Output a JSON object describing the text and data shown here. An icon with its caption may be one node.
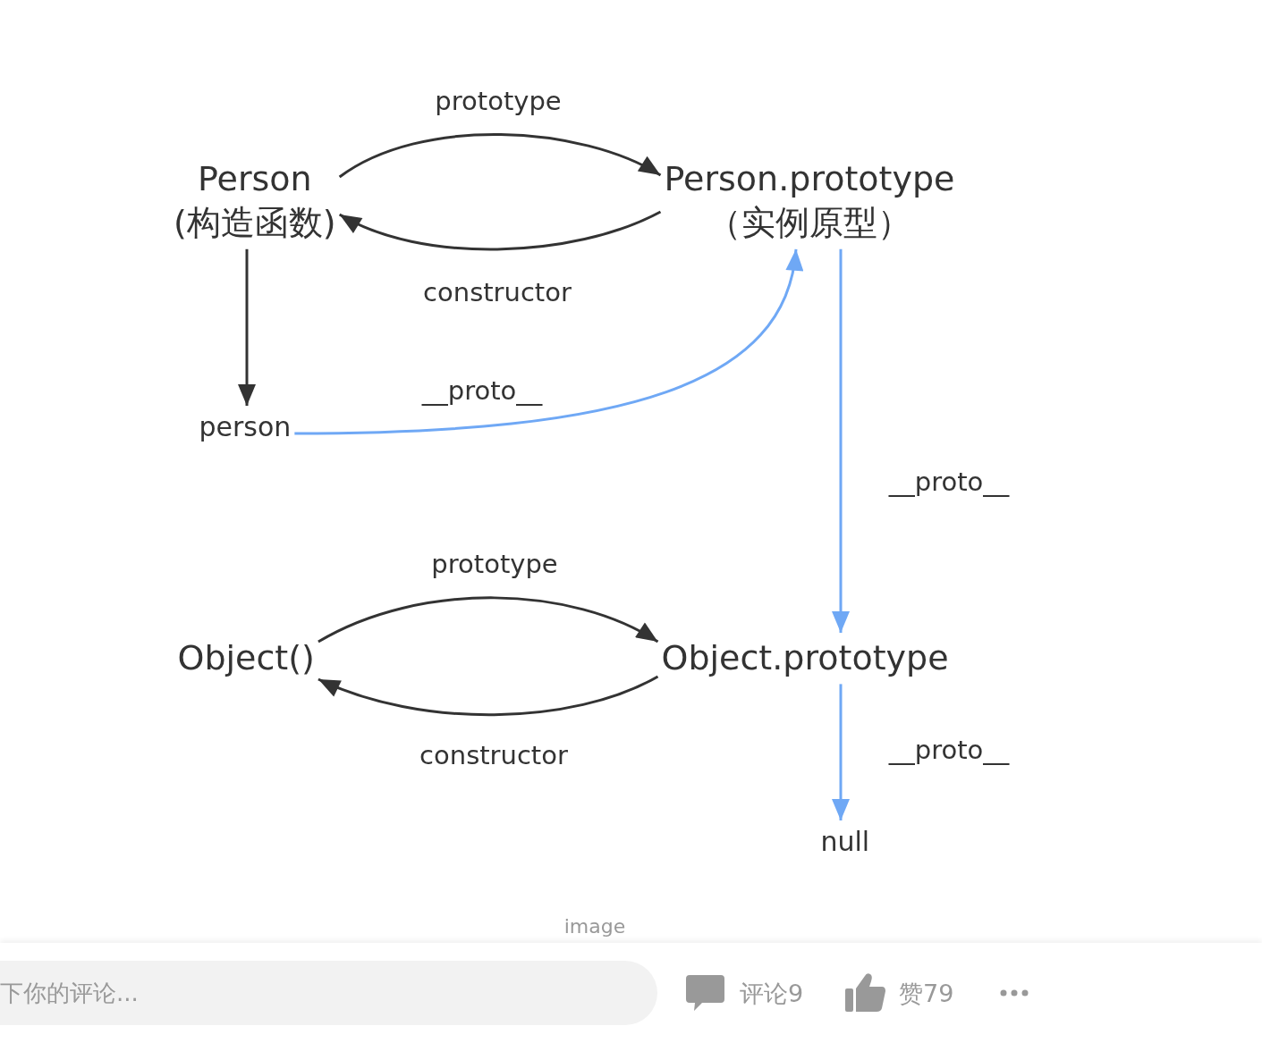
{
  "diagram": {
    "nodes": [
      {
        "text": [
          "Person",
          "(构造函数)"
        ]
      },
      {
        "text": [
          "Person.prototype",
          "（实例原型）"
        ]
      },
      {
        "text": [
          "person"
        ]
      },
      {
        "text": [
          "Object()"
        ]
      },
      {
        "text": [
          "Object.prototype"
        ]
      },
      {
        "text": [
          "null"
        ]
      }
    ],
    "edges": [
      {
        "from": 0,
        "to": 1,
        "arrow": "to",
        "label": "prototype"
      },
      {
        "from": 1,
        "to": 0,
        "arrow": "to",
        "label": "constructor"
      },
      {
        "from": 0,
        "to": 2,
        "arrow": "to"
      },
      {
        "from": 2,
        "to": 1,
        "arrow": "to",
        "label": "__proto__",
        "color": "#6fa8f5"
      },
      {
        "from": 1,
        "to": 4,
        "arrow": "to",
        "label": "__proto__",
        "color": "#6fa8f5"
      },
      {
        "from": 4,
        "to": 5,
        "arrow": "to",
        "label": "__proto__",
        "color": "#6fa8f5"
      },
      {
        "from": 3,
        "to": 4,
        "arrow": "to",
        "label": "prototype"
      },
      {
        "from": 4,
        "to": 3,
        "arrow": "to",
        "label": "constructor"
      }
    ],
    "labels": [
      "image",
      "下你的评论...",
      "评论9",
      "赞79"
    ]
  }
}
